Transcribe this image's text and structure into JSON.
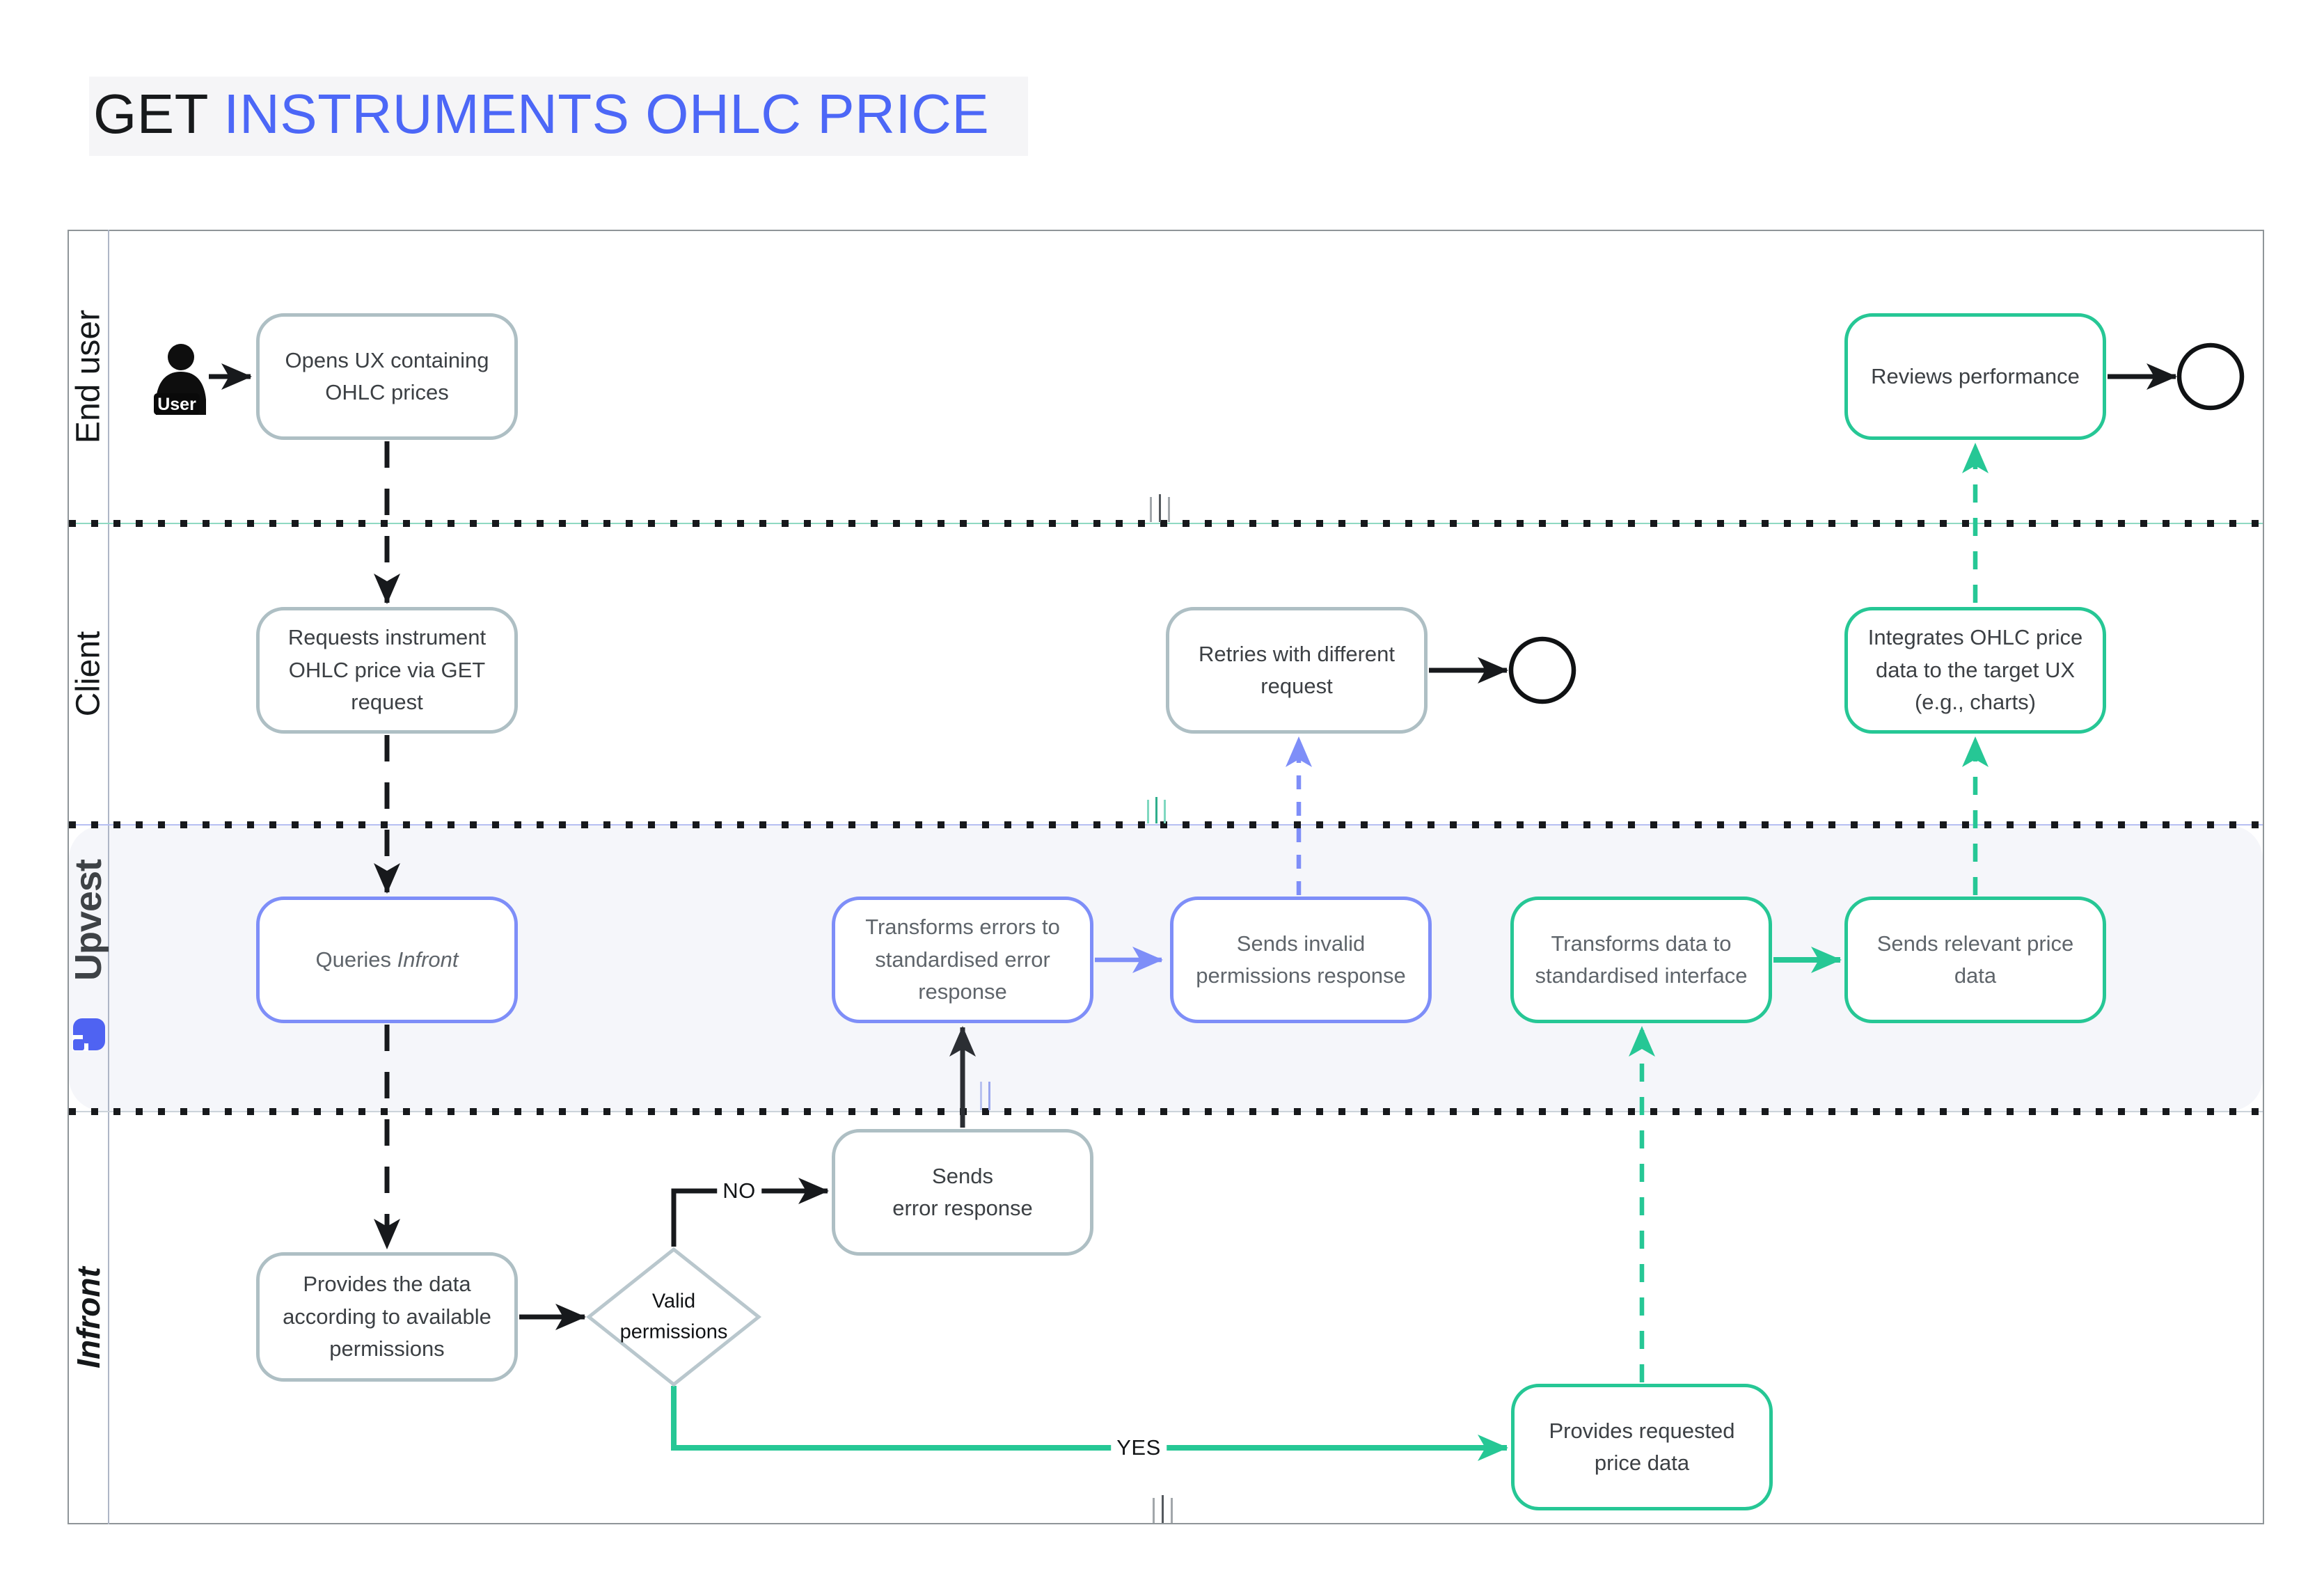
{
  "title": {
    "method": "GET ",
    "subject": "INSTRUMENTS OHLC PRICE"
  },
  "lanes": {
    "end_user": {
      "label": "End user"
    },
    "client": {
      "label": "Client"
    },
    "upvest": {
      "label": "Upvest"
    },
    "infront": {
      "label": "Infront"
    }
  },
  "actor": {
    "label": "User"
  },
  "nodes": {
    "opens_ux": {
      "label": "Opens UX containing\nOHLC prices"
    },
    "reviews_performance": {
      "label": "Reviews performance"
    },
    "requests_instrument": {
      "label": "Requests instrument\nOHLC price via GET\nrequest"
    },
    "retries_request": {
      "label": "Retries with different\nrequest"
    },
    "integrates_ohlc": {
      "label": "Integrates OHLC price\ndata to the target UX\n(e.g., charts)"
    },
    "queries_infront": {
      "prefix": "Queries ",
      "italic": "Infront"
    },
    "transforms_errors": {
      "label": "Transforms errors to\nstandardised error\nresponse"
    },
    "sends_invalid": {
      "label": "Sends invalid\npermissions response"
    },
    "transforms_data": {
      "label": "Transforms data to\nstandardised interface"
    },
    "sends_relevant": {
      "label": "Sends relevant price\ndata"
    },
    "sends_error": {
      "label": "Sends\nerror response"
    },
    "provides_data": {
      "label": "Provides the data\naccording to available\npermissions"
    },
    "valid_permissions": {
      "label": "Valid\npermissions"
    },
    "provides_requested": {
      "label": "Provides requested\nprice data"
    }
  },
  "edge_labels": {
    "no": "NO",
    "yes": "YES"
  },
  "colors": {
    "accent_green": "#26c795",
    "accent_blue": "#7e8ef8",
    "gray_border": "#aebfc4",
    "title_blue": "#4c67f7",
    "logo_blue": "#4f63f2",
    "ink": "#17191c",
    "muted_text": "#5f656b",
    "dark_text": "#3c4044",
    "upvest_lane_bg": "#f5f6fa",
    "title_bg": "#f5f5f7"
  }
}
